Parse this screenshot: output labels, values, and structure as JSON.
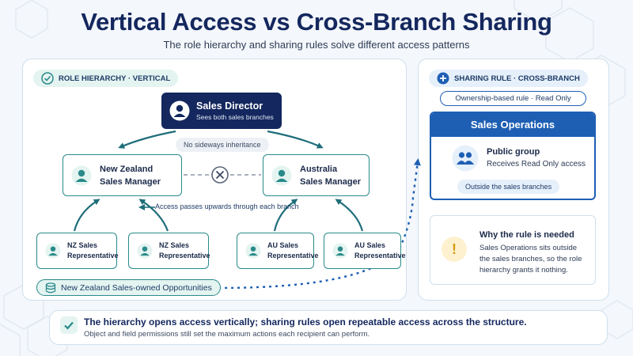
{
  "title": "Vertical Access vs Cross-Branch Sharing",
  "subtitle": "The role hierarchy and sharing rules solve different access patterns",
  "left_panel": {
    "badge": "ROLE HIERARCHY · VERTICAL",
    "director": {
      "title": "Sales Director",
      "desc": "Sees both sales branches"
    },
    "no_sideways": "No sideways inheritance",
    "nz_manager": {
      "line1": "New Zealand",
      "line2": "Sales Manager"
    },
    "au_manager": {
      "line1": "Australia",
      "line2": "Sales Manager"
    },
    "access_note": "Access passes upwards through each branch",
    "reps": [
      {
        "line1": "NZ Sales",
        "line2": "Representative"
      },
      {
        "line1": "NZ Sales",
        "line2": "Representative"
      },
      {
        "line1": "AU Sales",
        "line2": "Representative"
      },
      {
        "line1": "AU Sales",
        "line2": "Representative"
      }
    ],
    "records_label": "New Zealand Sales-owned Opportunities"
  },
  "right_panel": {
    "badge": "SHARING RULE · CROSS-BRANCH",
    "rule_type": "Ownership-based rule · Read Only",
    "group_header": "Sales Operations",
    "group_title": "Public group",
    "group_desc": "Receives Read Only access",
    "outside_label": "Outside the sales branches",
    "why_title": "Why the rule is needed",
    "why_text": [
      "Sales Operations sits outside",
      "the sales branches, so the role",
      "hierarchy grants it nothing."
    ],
    "warning_glyph": "!"
  },
  "footer": {
    "headline": "The hierarchy opens access vertically; sharing rules open repeatable access across the structure.",
    "sub": "Object and field permissions still set the maximum actions each recipient can perform."
  },
  "colors": {
    "navy": "#14275e",
    "teal": "#2a8a8a",
    "blue": "#1e5fb4",
    "light_teal": "#e4f4f1",
    "light_blue": "#e6f0fb",
    "warning": "#f2c14e"
  },
  "icons": [
    "check-circle-icon",
    "plus-circle-icon",
    "person-icon",
    "group-icon",
    "close-circle-icon",
    "database-icon",
    "warning-icon",
    "check-icon"
  ]
}
